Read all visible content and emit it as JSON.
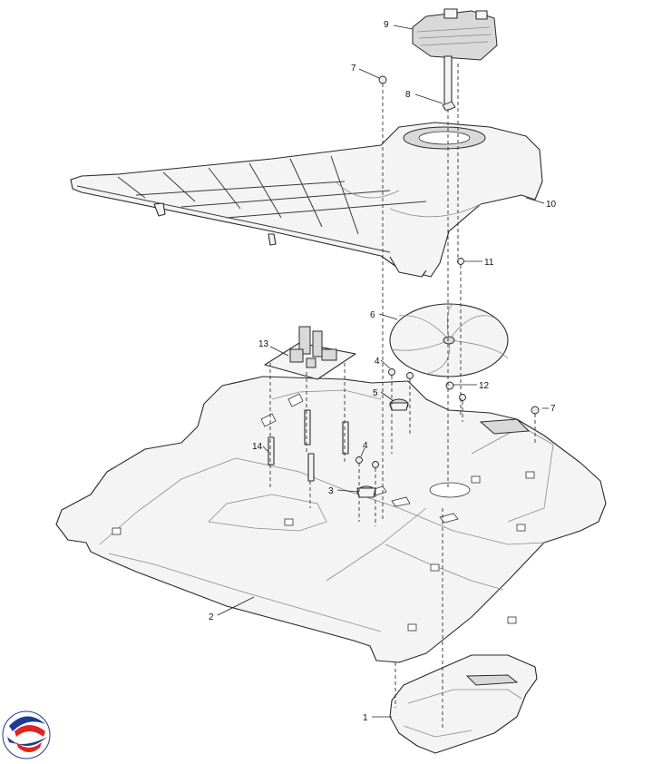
{
  "callouts": [
    {
      "id": "c1",
      "text": "1"
    },
    {
      "id": "c2",
      "text": "2"
    },
    {
      "id": "c3",
      "text": "3"
    },
    {
      "id": "c4a",
      "text": "4"
    },
    {
      "id": "c4b",
      "text": "4"
    },
    {
      "id": "c5",
      "text": "5"
    },
    {
      "id": "c6",
      "text": "6"
    },
    {
      "id": "c7a",
      "text": "7"
    },
    {
      "id": "c7b",
      "text": "7"
    },
    {
      "id": "c8",
      "text": "8"
    },
    {
      "id": "c9",
      "text": "9"
    },
    {
      "id": "c10",
      "text": "10"
    },
    {
      "id": "c11",
      "text": "11"
    },
    {
      "id": "c12",
      "text": "12"
    },
    {
      "id": "c13",
      "text": "13"
    },
    {
      "id": "c14",
      "text": "14"
    }
  ],
  "logo": {
    "name": "brand-logo",
    "colors": [
      "#1f3a93",
      "#e02424"
    ]
  }
}
